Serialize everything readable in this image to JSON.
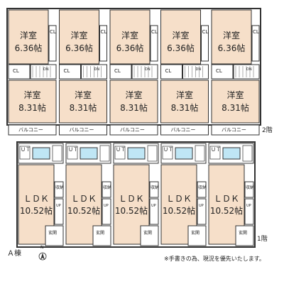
{
  "upper_floor": {
    "label": "2階",
    "units": [
      {
        "room_a": "洋室",
        "room_a_size": "6.36帖",
        "room_b": "洋室",
        "room_b_size": "8.31帖",
        "closet": "CL",
        "closet_side": "CL",
        "balcony": "バルコニー"
      },
      {
        "room_a": "洋室",
        "room_a_size": "6.36帖",
        "room_b": "洋室",
        "room_b_size": "8.31帖",
        "closet": "CL",
        "closet_side": "CL",
        "balcony": "バルコニー"
      },
      {
        "room_a": "洋室",
        "room_a_size": "6.36帖",
        "room_b": "洋室",
        "room_b_size": "8.31帖",
        "closet": "CL",
        "closet_side": "CL",
        "balcony": "バルコニー"
      },
      {
        "room_a": "洋室",
        "room_a_size": "6.36帖",
        "room_b": "洋室",
        "room_b_size": "8.31帖",
        "closet": "CL",
        "closet_side": "CL",
        "balcony": "バルコニー"
      },
      {
        "room_a": "洋室",
        "room_a_size": "6.36帖",
        "room_b": "洋室",
        "room_b_size": "8.31帖",
        "closet": "CL",
        "closet_side": "CL",
        "balcony": "バルコニー"
      }
    ]
  },
  "lower_floor": {
    "label": "1階",
    "units": [
      {
        "ldk": "ＬＤＫ",
        "ldk_size": "10.52帖",
        "bath": "ＵＴ",
        "storage": "収納",
        "entrance": "玄関"
      },
      {
        "ldk": "ＬＤＫ",
        "ldk_size": "10.52帖",
        "bath": "ＵＴ",
        "storage": "収納",
        "entrance": "玄関"
      },
      {
        "ldk": "ＬＤＫ",
        "ldk_size": "10.52帖",
        "bath": "ＵＴ",
        "storage": "収納",
        "entrance": "玄関"
      },
      {
        "ldk": "ＬＤＫ",
        "ldk_size": "10.52帖",
        "bath": "ＵＴ",
        "storage": "収納",
        "entrance": "玄関"
      },
      {
        "ldk": "ＬＤＫ",
        "ldk_size": "10.52帖",
        "bath": "ＵＴ",
        "storage": "収納",
        "entrance": "玄関"
      }
    ]
  },
  "stair_mark": "UP",
  "dn_mark": "DN",
  "building_label": "Ａ棟",
  "compass_label": "N",
  "note": "※手書きの為、現況を優先いたします。",
  "colors": {
    "room_fill": "#f6dfc9",
    "bath_fill": "#bfe6f5",
    "closet_fill": "#ffffff",
    "wall": "#333333",
    "balcony_fill": "#ffffff"
  }
}
